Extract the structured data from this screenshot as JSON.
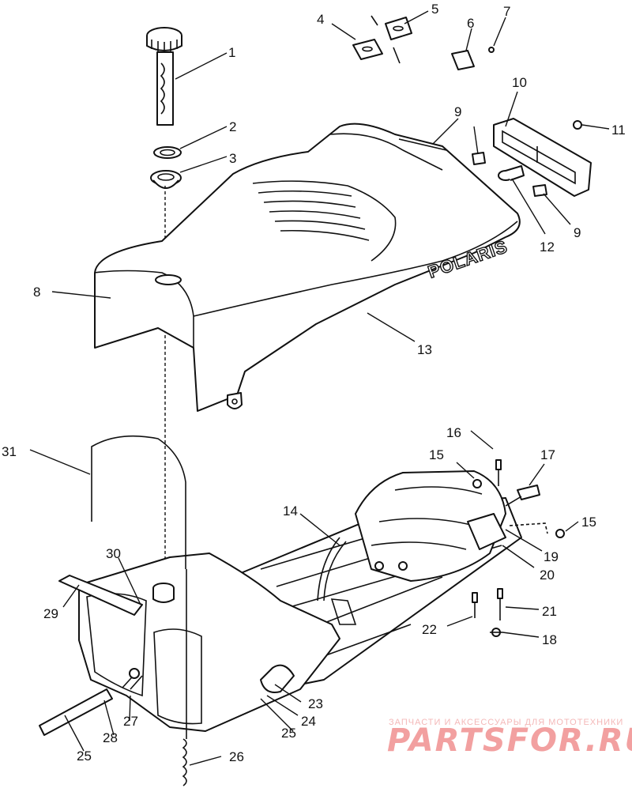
{
  "diagram": {
    "brand_text": "POLARIS",
    "callouts": [
      "1",
      "2",
      "3",
      "4",
      "5",
      "6",
      "7",
      "8",
      "9",
      "9",
      "10",
      "11",
      "12",
      "13",
      "14",
      "15",
      "15",
      "16",
      "17",
      "18",
      "19",
      "20",
      "21",
      "22",
      "23",
      "24",
      "25",
      "25",
      "26",
      "27",
      "28",
      "29",
      "30",
      "31"
    ]
  },
  "watermark": {
    "line1": "ЗАПЧАСТИ И АКСЕССУАРЫ ДЛЯ МОТОТЕХНИКИ",
    "line2": "PARTSFOR.RU"
  },
  "colors": {
    "ink": "#111111",
    "watermark": "#f2a0a0"
  }
}
